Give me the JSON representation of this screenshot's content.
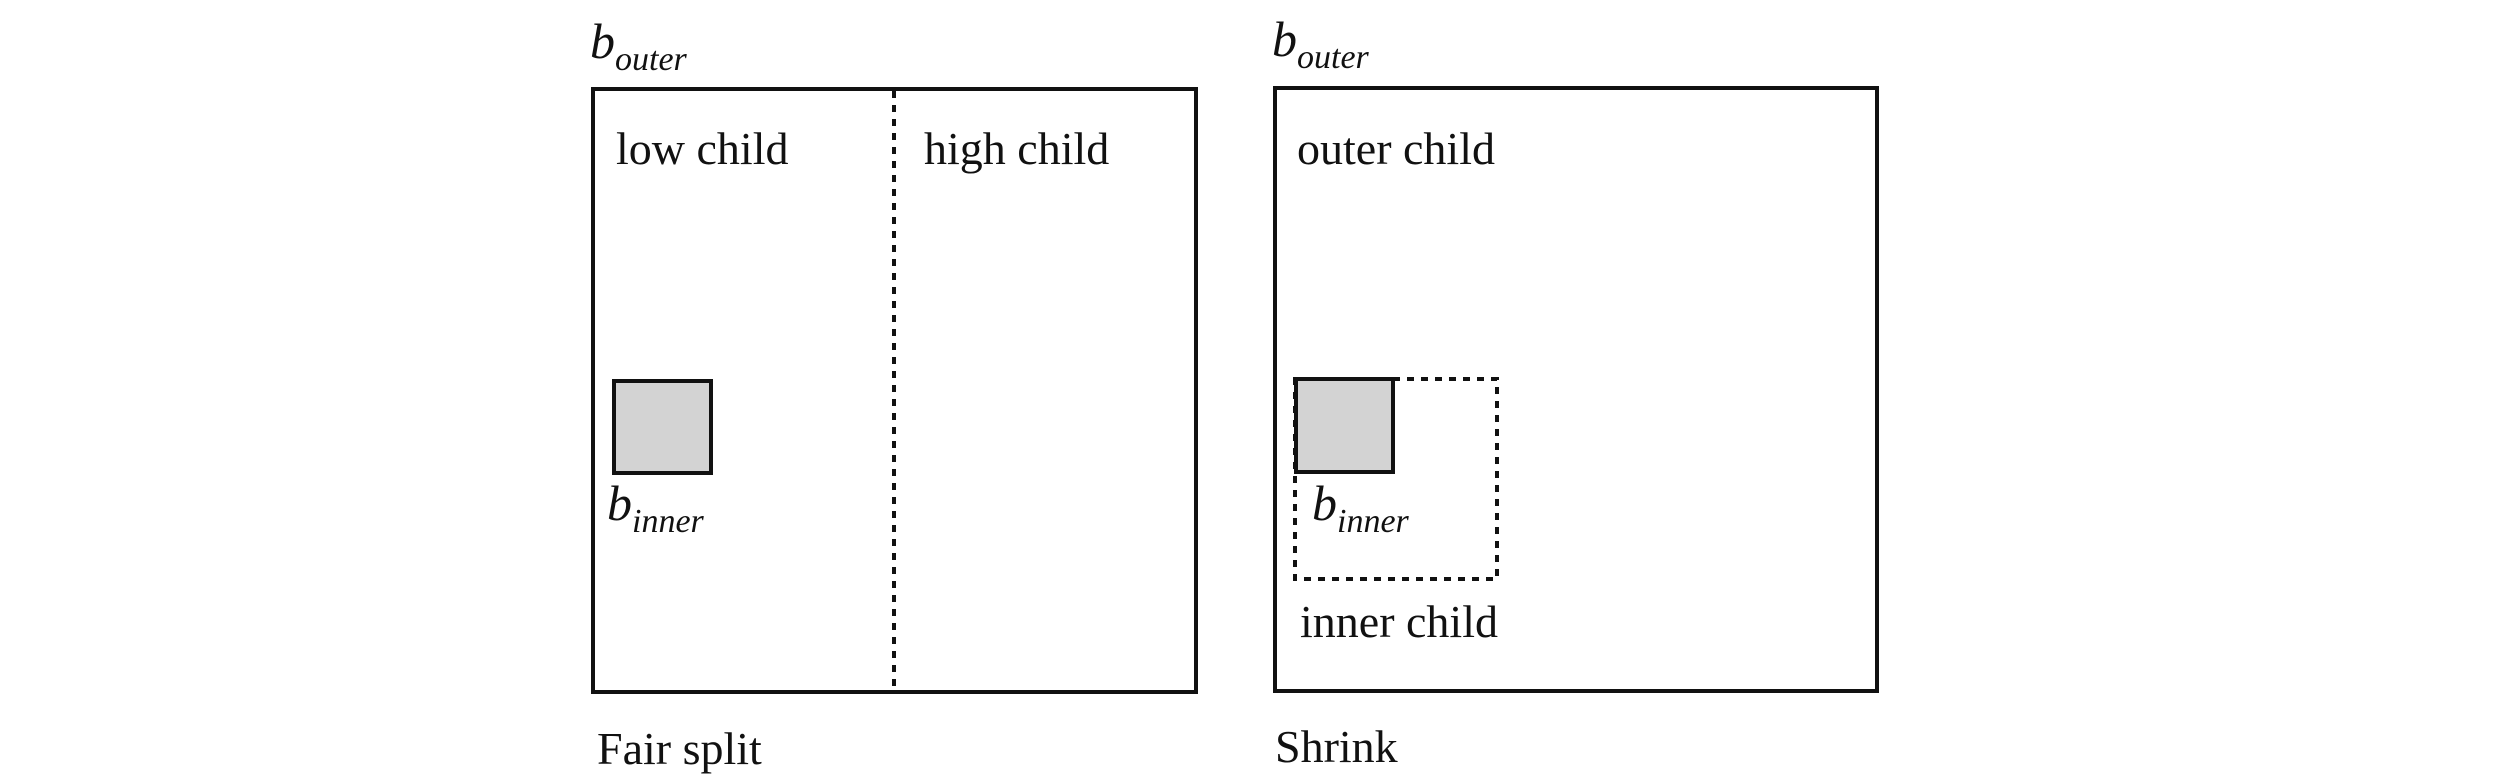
{
  "colors": {
    "stroke": "#111111",
    "inner_fill": "#d3d3d3",
    "background": "#ffffff"
  },
  "fair_split": {
    "outer_label": {
      "base": "b",
      "sub": "outer"
    },
    "low_child_label": "low child",
    "high_child_label": "high child",
    "inner_label": {
      "base": "b",
      "sub": "inner"
    },
    "caption": "Fair split"
  },
  "shrink": {
    "outer_label": {
      "base": "b",
      "sub": "outer"
    },
    "outer_child_label": "outer child",
    "inner_child_label": "inner child",
    "inner_label": {
      "base": "b",
      "sub": "inner"
    },
    "caption": "Shrink"
  }
}
